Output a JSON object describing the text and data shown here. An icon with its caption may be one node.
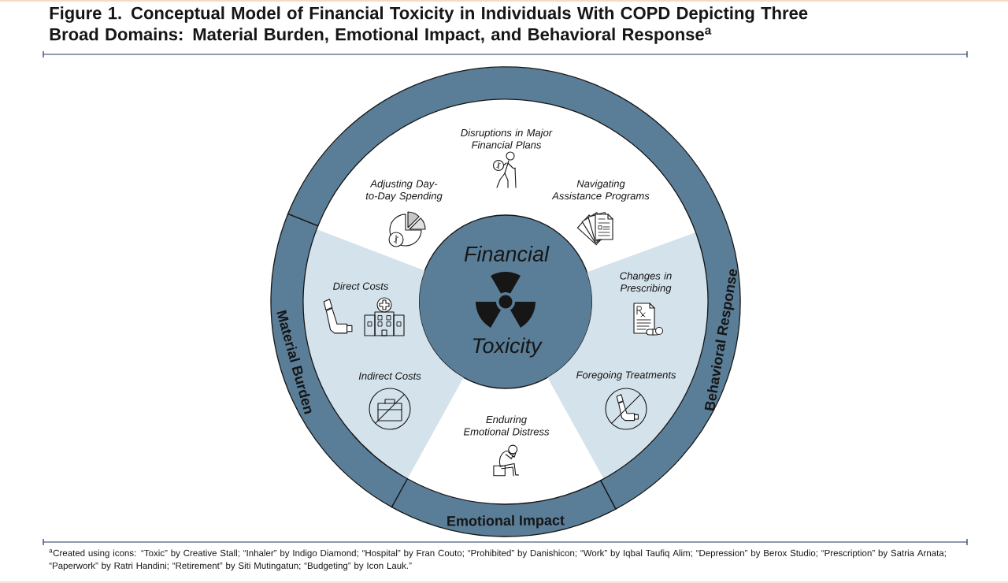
{
  "diagram": {
    "title": "Figure 1. Conceptual Model of Financial Toxicity in Individuals With COPD Depicting Three Broad Domains: Material Burden, Emotional Impact, and Behavioral Response$^{a}$",
    "caption": "$^{a}$Created using icons: “Toxic” by Creative Stall; “Inhaler” by Indigo Diamond; “Hospital” by Fran Couto; “Prohibited” by Danishicon; “Work” by Iqbal Taufiq Alim; “Depression” by Berox Studio; “Prescription” by Satria Arnata; “Paperwork” by Ratri Handini; “Retirement” by Siti Mutingatun; “Budgeting” by Icon Lauk.”",
    "nodes": [
      {
        "text": [
          "Disruptions in Major Financial Plans",
          "Adjusting Day-to-Day Spending",
          "Navigating Assistance Programs"
        ]
      },
      {
        "text": [
          "Financial",
          "Toxicity"
        ]
      },
      {
        "text": [
          "Direct Costs",
          "Indirect Costs"
        ]
      },
      {
        "text": [
          "Changes in Prescribing",
          "Foregoing Treatments"
        ]
      },
      {
        "text": [
          "Enduring Emotional Distress"
        ]
      },
      {
        "text": [
          "Material Burden"
        ]
      },
      {
        "text": [
          "Behavioral Response"
        ]
      },
      {
        "text": [
          "Emotional Impact"
        ]
      }
    ]
  }
}
